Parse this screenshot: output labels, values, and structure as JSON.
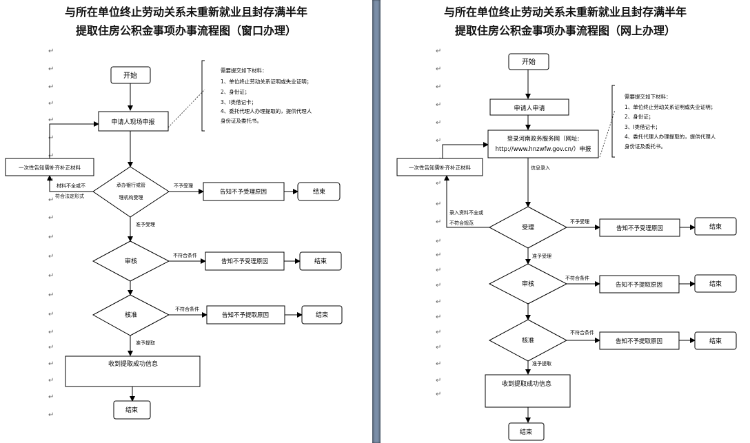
{
  "left": {
    "title1": "与所在单位终止劳动关系未重新就业且封存满半年",
    "title2": "提取住房公积金事项办事流程图（窗口办理）",
    "start": "开始",
    "apply": "申请人现场申报",
    "materials_heading": "需要提交如下材料：",
    "materials_1": "1、单位终止劳动关系证明或失业证明；",
    "materials_2": "2、身份证；",
    "materials_3": "3、I类借记卡；",
    "materials_4a": "4、委托代理人办理提取的，提供代理人",
    "materials_4b": "身份证及委托书。",
    "supplement": "一次性告知需补齐补正材料",
    "incomplete_a": "材料不全或不",
    "incomplete_b": "符合法定形式",
    "accept_a": "承办银行或管",
    "accept_b": "理机构受理",
    "not_accepted": "不予受理",
    "notify_not_accept": "告知不予受理原因",
    "end1": "结束",
    "accepted": "准予受理",
    "review": "审核",
    "not_qualified_1": "不符合条件",
    "notify_not_accept_2": "告知不予受理原因",
    "end2": "结束",
    "approve": "核准",
    "not_qualified_2": "不符合条件",
    "notify_not_withdraw": "告知不予提取原因",
    "end3": "结束",
    "allow_withdraw": "准予提取",
    "success": "收到提取成功信息",
    "end_final": "结束"
  },
  "right": {
    "title1": "与所在单位终止劳动关系未重新就业且封存满半年",
    "title2": "提取住房公积金事项办事流程图（网上办理）",
    "start": "开始",
    "apply": "申请人申请",
    "login_a": "登录河南政务服务网（网址:",
    "login_b": "http://www.hnzwfw.gov.cn/）申报",
    "materials_heading": "需要提交如下材料：",
    "materials_1": "1、单位终止劳动关系证明或失业证明；",
    "materials_2": "2、身份证；",
    "materials_3": "3、I类借记卡；",
    "materials_4a": "4、委托代理人办理提取的，提供代理人",
    "materials_4b": "身份证及委托书。",
    "supplement": "一次性告知需补齐补正材料",
    "info_entry": "信息录入",
    "incomplete_a": "录入资料不全或",
    "incomplete_b": "不符合规范",
    "accept": "受理",
    "not_accepted": "不予受理",
    "notify_not_accept": "告知不予受理原因",
    "end1": "结束",
    "accepted": "准予受理",
    "review": "审核",
    "not_qualified_1": "不符合条件",
    "notify_not_withdraw_1": "告知不予提取原因",
    "end2": "结束",
    "approve": "核准",
    "not_qualified_2": "不符合条件",
    "notify_not_withdraw_2": "告知不予提取原因",
    "end3": "结束",
    "allow_withdraw": "准予提取",
    "success": "收到提取成功信息",
    "end_final": "结束"
  }
}
